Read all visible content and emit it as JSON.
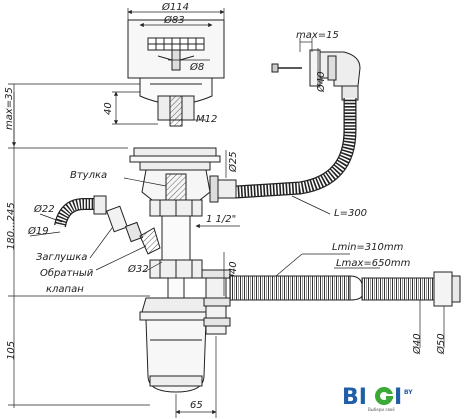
{
  "dimensions": {
    "d114": "Ø114",
    "d83": "Ø83",
    "d8": "Ø8",
    "h40": "40",
    "m12": "M12",
    "max35": "max=35",
    "max15": "max=15",
    "d40_top": "Ø40",
    "d25": "Ø25",
    "l300": "L=300",
    "h180_245": "180...245",
    "d22": "Ø22",
    "d19": "Ø19",
    "thread": "1 1/2\"",
    "d32": "Ø32",
    "d40_mid": "Ø40",
    "lmin": "Lmin=310mm",
    "lmax": "Lmax=650mm",
    "h105": "105",
    "d40_right": "Ø40",
    "d50": "Ø50",
    "w65": "65"
  },
  "callouts": {
    "bushing": "Втулка",
    "plug": "Заглушка",
    "check_valve_1": "Обратный",
    "check_valve_2": "клапан"
  },
  "logo": {
    "text_left": "BI",
    "text_right": "I",
    "suffix": "BY",
    "tagline": "Выбери своё",
    "colors": {
      "blue": "#1f5fa8",
      "green": "#3aa935"
    }
  }
}
